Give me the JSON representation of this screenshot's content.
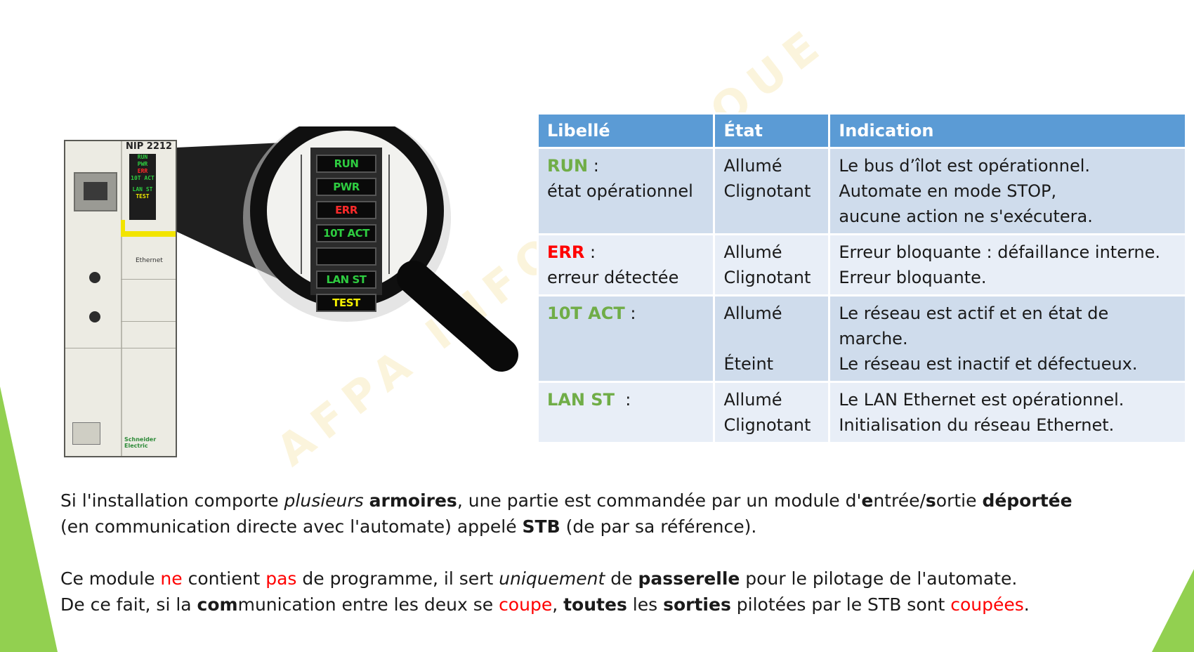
{
  "device": {
    "model": "NIP 2212",
    "panel_leds": [
      "RUN",
      "PWR",
      "ERR",
      "10T ACT",
      "LAN ST",
      "TEST"
    ],
    "port_label": "Ethernet",
    "brand": "Schneider Electric"
  },
  "magnifier": {
    "leds": [
      {
        "label": "RUN",
        "color": "#2ecc40"
      },
      {
        "label": "PWR",
        "color": "#2ecc40"
      },
      {
        "label": "ERR",
        "color": "#ff2a2a"
      },
      {
        "label": "10T ACT",
        "color": "#2ecc40"
      },
      {
        "label": "",
        "color": "#2ecc40"
      },
      {
        "label": "LAN ST",
        "color": "#2ecc40"
      },
      {
        "label": "TEST",
        "color": "#f5f000"
      }
    ]
  },
  "watermark": "AFPA INFORMATIQUE",
  "table": {
    "headers": [
      "Libellé",
      "État",
      "Indication"
    ],
    "rows": [
      {
        "label": "RUN",
        "label_color": "green",
        "label_sep": " :",
        "label_sub": "état opérationnel",
        "states": [
          "Allumé",
          "Clignotant"
        ],
        "indications": [
          "Le bus d’îlot est opérationnel.",
          "Automate en mode STOP,",
          "aucune action ne s'exécutera."
        ]
      },
      {
        "label": "ERR",
        "label_color": "red",
        "label_sep": " :",
        "label_sub": "erreur détectée",
        "states": [
          "Allumé",
          "Clignotant"
        ],
        "indications": [
          "Erreur bloquante : défaillance interne.",
          "Erreur bloquante."
        ]
      },
      {
        "label": "10T ACT",
        "label_color": "green",
        "label_sep": " :",
        "label_sub": "",
        "states": [
          "Allumé",
          "",
          "Éteint"
        ],
        "indications": [
          "Le réseau est actif et en état de",
          "marche.",
          "Le réseau est inactif et défectueux."
        ]
      },
      {
        "label": "LAN ST",
        "label_color": "green",
        "label_sep": "  :",
        "label_sub": "",
        "states": [
          "Allumé",
          "Clignotant"
        ],
        "indications": [
          "Le LAN Ethernet est opérationnel.",
          "Initialisation du réseau Ethernet."
        ]
      }
    ]
  },
  "paragraph1": {
    "l1": {
      "a": "Si l'installation comporte ",
      "b": "plusieurs",
      "c": " ",
      "d": "armoires",
      "e": ", une partie est commandée par un module d'",
      "f": "e",
      "g": "ntrée/",
      "h": "s",
      "i": "ortie ",
      "j": "déportée"
    },
    "l2": {
      "a": "(en communication directe avec l'automate) appelé ",
      "b": "STB",
      "c": " (de par sa référence)."
    }
  },
  "paragraph2": {
    "l1": {
      "a": "Ce module ",
      "b": "ne",
      "c": " contient ",
      "d": "pas",
      "e": " de programme, il sert ",
      "f": "uniquement",
      "g": " de ",
      "h": "passerelle",
      "i": " pour le pilotage de l'automate."
    },
    "l2": {
      "a": "De ce fait, si la ",
      "b": "com",
      "c": "munication entre les deux se ",
      "d": "coupe",
      "e": ", ",
      "f": "toutes",
      "g": " les ",
      "h": "sorties",
      "i": " pilotées par le STB sont ",
      "j": "coupées",
      "k": "."
    }
  },
  "colors": {
    "header_blue": "#5b9bd5",
    "row_odd": "#cfdcec",
    "row_even": "#e8eef7",
    "accent_green": "#70ad47",
    "accent_red": "#ff0000",
    "slide_green": "#92d050"
  }
}
